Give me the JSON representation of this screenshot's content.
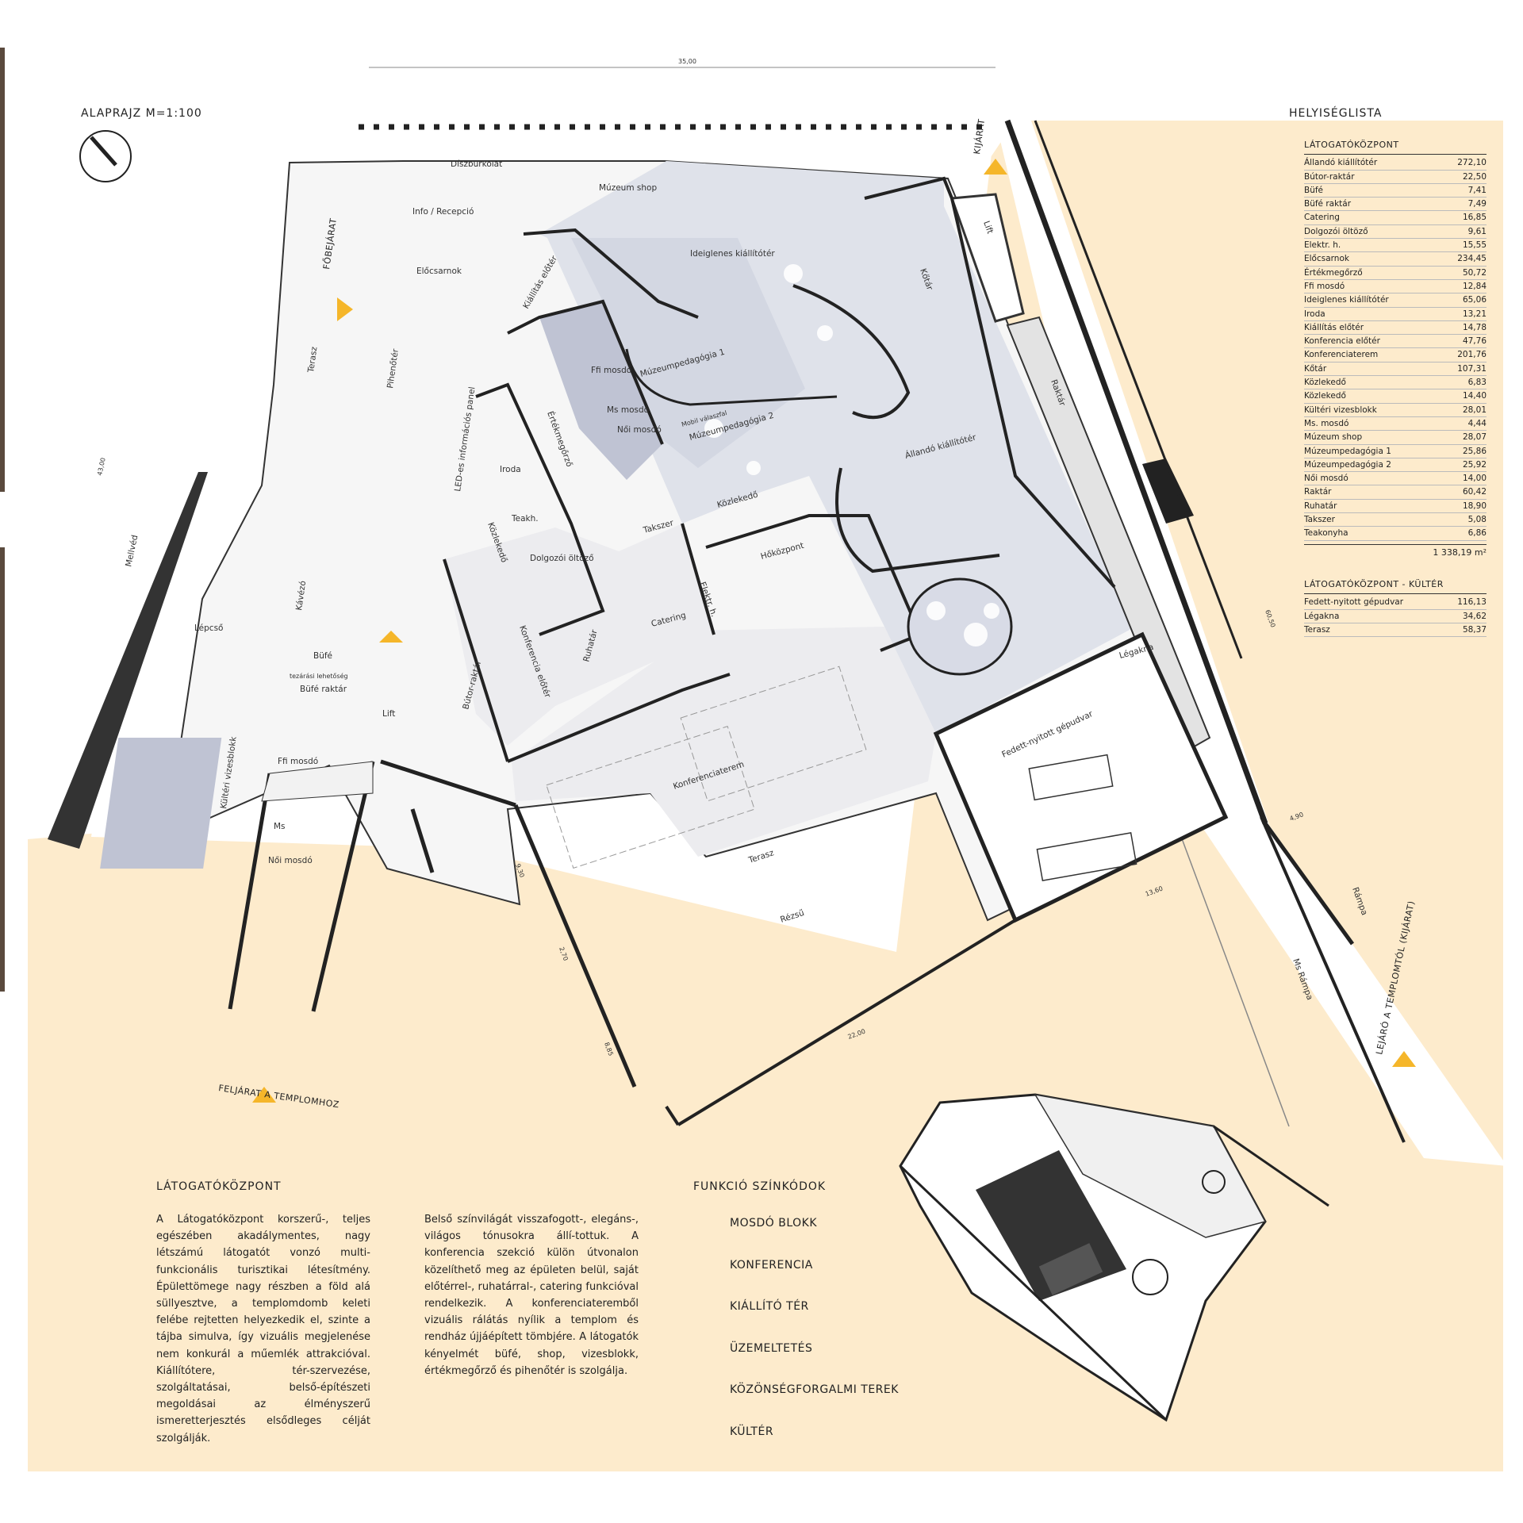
{
  "plan": {
    "title": "ALAPRAJZ M=1:100",
    "rooms": {
      "diszburkolat": "Díszburkolat",
      "museum_shop": "Múzeum shop",
      "info": "Info / Recepció",
      "eloecsarnok": "Előcsarnok",
      "fobejarat": "FŐBEJÁRAT",
      "terasz_w": "Terasz",
      "pihenoter": "Pihenőtér",
      "kavezo": "Kávézó",
      "lepcso": "Lépcső",
      "bufe": "Büfé",
      "bufe_raktar": "Büfé raktár",
      "tezarasi": "tezárási lehetőség",
      "lift_w": "Lift",
      "kulteri_vizesblokk": "Kültéri vizesblokk",
      "ffi_mosdo_w": "Ffi mosdó",
      "ms_w": "Ms",
      "noi_mosdo_w": "Női mosdó",
      "led_panel": "LED-es információs panel",
      "kiallitas_eloter": "Kiállítás előtér",
      "ffi_mosdo": "Ffi mosdó",
      "ms_mosdo": "Ms mosdó",
      "noi_mosdo": "Női mosdó",
      "ertekmegorzo": "Értékmegőrző",
      "iroda": "Iroda",
      "teakonyha": "Teakh.",
      "kozlekedo_w": "Közlekedő",
      "dolgozoi_oltozo": "Dolgozói öltöző",
      "ideiglenes": "Ideiglenes kiállítótér",
      "muzeumpedagogia1": "Múzeumpedagógia 1",
      "muzeumpedagogia2": "Múzeumpedagógia 2",
      "mobil_valaszfal": "Mobil válaszfal",
      "konyvtar": "Kőtár",
      "lift_e": "Lift",
      "raktar": "Raktár",
      "allando": "Állandó kiállítótér",
      "kozlekedo": "Közlekedő",
      "takszer": "Takszer",
      "hokozpont": "Hőközpont",
      "elektr": "Elektr. h.",
      "catering": "Catering",
      "ruhatar": "Ruhatár",
      "konferencia_eloter": "Konferencia előtér",
      "butorraktar": "Bútor-raktár",
      "konferenciaterem": "Konferenciaterem",
      "terasz_s": "Terasz",
      "rezsu": "Rézsű",
      "legakna": "Légakna",
      "fedett_gepudvar": "Fedett-nyitott gépudvar",
      "kijarat": "KIJÁRAT",
      "mellved": "Mellvéd",
      "ms_rampa": "Ms Rámpa",
      "rampa": "Rámpa",
      "lejaro": "LEJÁRÓ A TEMPLOMTÓL (KIJÁRAT)",
      "feljarat": "FELJÁRAT A TEMPLOMHOZ"
    },
    "dimensions": {
      "top": "35,00",
      "left": "43,00",
      "right": "60,50",
      "d1": "9,30",
      "d2": "2,70",
      "d3": "8,85",
      "d4": "22,00",
      "d5": "13,60",
      "d6": "4,90"
    }
  },
  "room_list": {
    "title": "HELYISÉGLISTA",
    "group1_title": "LÁTOGATÓKÖZPONT",
    "group1": [
      {
        "name": "Állandó kiállítótér",
        "area": "272,10"
      },
      {
        "name": "Bútor-raktár",
        "area": "22,50"
      },
      {
        "name": "Büfé",
        "area": "7,41"
      },
      {
        "name": "Büfé raktár",
        "area": "7,49"
      },
      {
        "name": "Catering",
        "area": "16,85"
      },
      {
        "name": "Dolgozói öltöző",
        "area": "9,61"
      },
      {
        "name": "Elektr. h.",
        "area": "15,55"
      },
      {
        "name": "Előcsarnok",
        "area": "234,45"
      },
      {
        "name": "Értékmegőrző",
        "area": "50,72"
      },
      {
        "name": "Ffi mosdó",
        "area": "12,84"
      },
      {
        "name": "Ideiglenes kiállítótér",
        "area": "65,06"
      },
      {
        "name": "Iroda",
        "area": "13,21"
      },
      {
        "name": "Kiállítás előtér",
        "area": "14,78"
      },
      {
        "name": "Konferencia előtér",
        "area": "47,76"
      },
      {
        "name": "Konferenciaterem",
        "area": "201,76"
      },
      {
        "name": "Kőtár",
        "area": "107,31"
      },
      {
        "name": "Közlekedő",
        "area": "6,83"
      },
      {
        "name": "Közlekedő",
        "area": "14,40"
      },
      {
        "name": "Kültéri vizesblokk",
        "area": "28,01"
      },
      {
        "name": "Ms. mosdó",
        "area": "4,44"
      },
      {
        "name": "Múzeum shop",
        "area": "28,07"
      },
      {
        "name": "Múzeumpedagógia 1",
        "area": "25,86"
      },
      {
        "name": "Múzeumpedagógia 2",
        "area": "25,92"
      },
      {
        "name": "Női mosdó",
        "area": "14,00"
      },
      {
        "name": "Raktár",
        "area": "60,42"
      },
      {
        "name": "Ruhatár",
        "area": "18,90"
      },
      {
        "name": "Takszer",
        "area": "5,08"
      },
      {
        "name": "Teakonyha",
        "area": "6,86"
      }
    ],
    "group1_total": "1 338,19 m²",
    "group2_title": "LÁTOGATÓKÖZPONT - KÜLTÉR",
    "group2": [
      {
        "name": "Fedett-nyitott gépudvar",
        "area": "116,13"
      },
      {
        "name": "Légakna",
        "area": "34,62"
      },
      {
        "name": "Terasz",
        "area": "58,37"
      }
    ]
  },
  "description": {
    "title": "LÁTOGATÓKÖZPONT",
    "col1": "A Látogatóközpont korszerű-, teljes egészében akadálymentes, nagy létszámú látogatót vonzó multi-funkcionális turisztikai létesítmény. Épülettömege nagy részben a föld alá süllyesztve, a templomdomb keleti felébe rejtetten helyezkedik el, szinte a tájba simulva, így vizuális megjelenése nem konkurál a műemlék attrakcióval. Kiállítótere, tér-szervezése, szolgáltatásai, belső-építészeti megoldásai az élményszerű ismeretterjesztés elsődleges célját szolgálják.",
    "col2": "Belső színvilágát visszafogott-, elegáns-, világos tónusokra állí-tottuk. A konferencia szekció külön útvonalon közelíthető meg az épületen belül, saját előtérrel-, ruhatárral-, catering funkcióval rendelkezik. A konferenciateremből vizuális rálátás nyílik a templom és rendház újjáépített tömbjére. A látogatók kényelmét büfé, shop, vizesblokk, értékmegőrző és pihenőtér is szolgálja."
  },
  "legend": {
    "title": "FUNKCIÓ SZÍNKÓDOK",
    "items": [
      "MOSDÓ BLOKK",
      "KONFERENCIA",
      "KIÁLLÍTÓ TÉR",
      "ÜZEMELTETÉS",
      "KÖZÖNSÉGFORGALMI TEREK",
      "KÜLTÉR"
    ]
  },
  "colors": {
    "background": "#fdebcc",
    "exhibition": "#dfe2ea",
    "wc": "#bfc3d3",
    "conference": "#ececef",
    "public": "#f6f6f6",
    "wall": "#222222",
    "arrow": "#f5b62a"
  }
}
